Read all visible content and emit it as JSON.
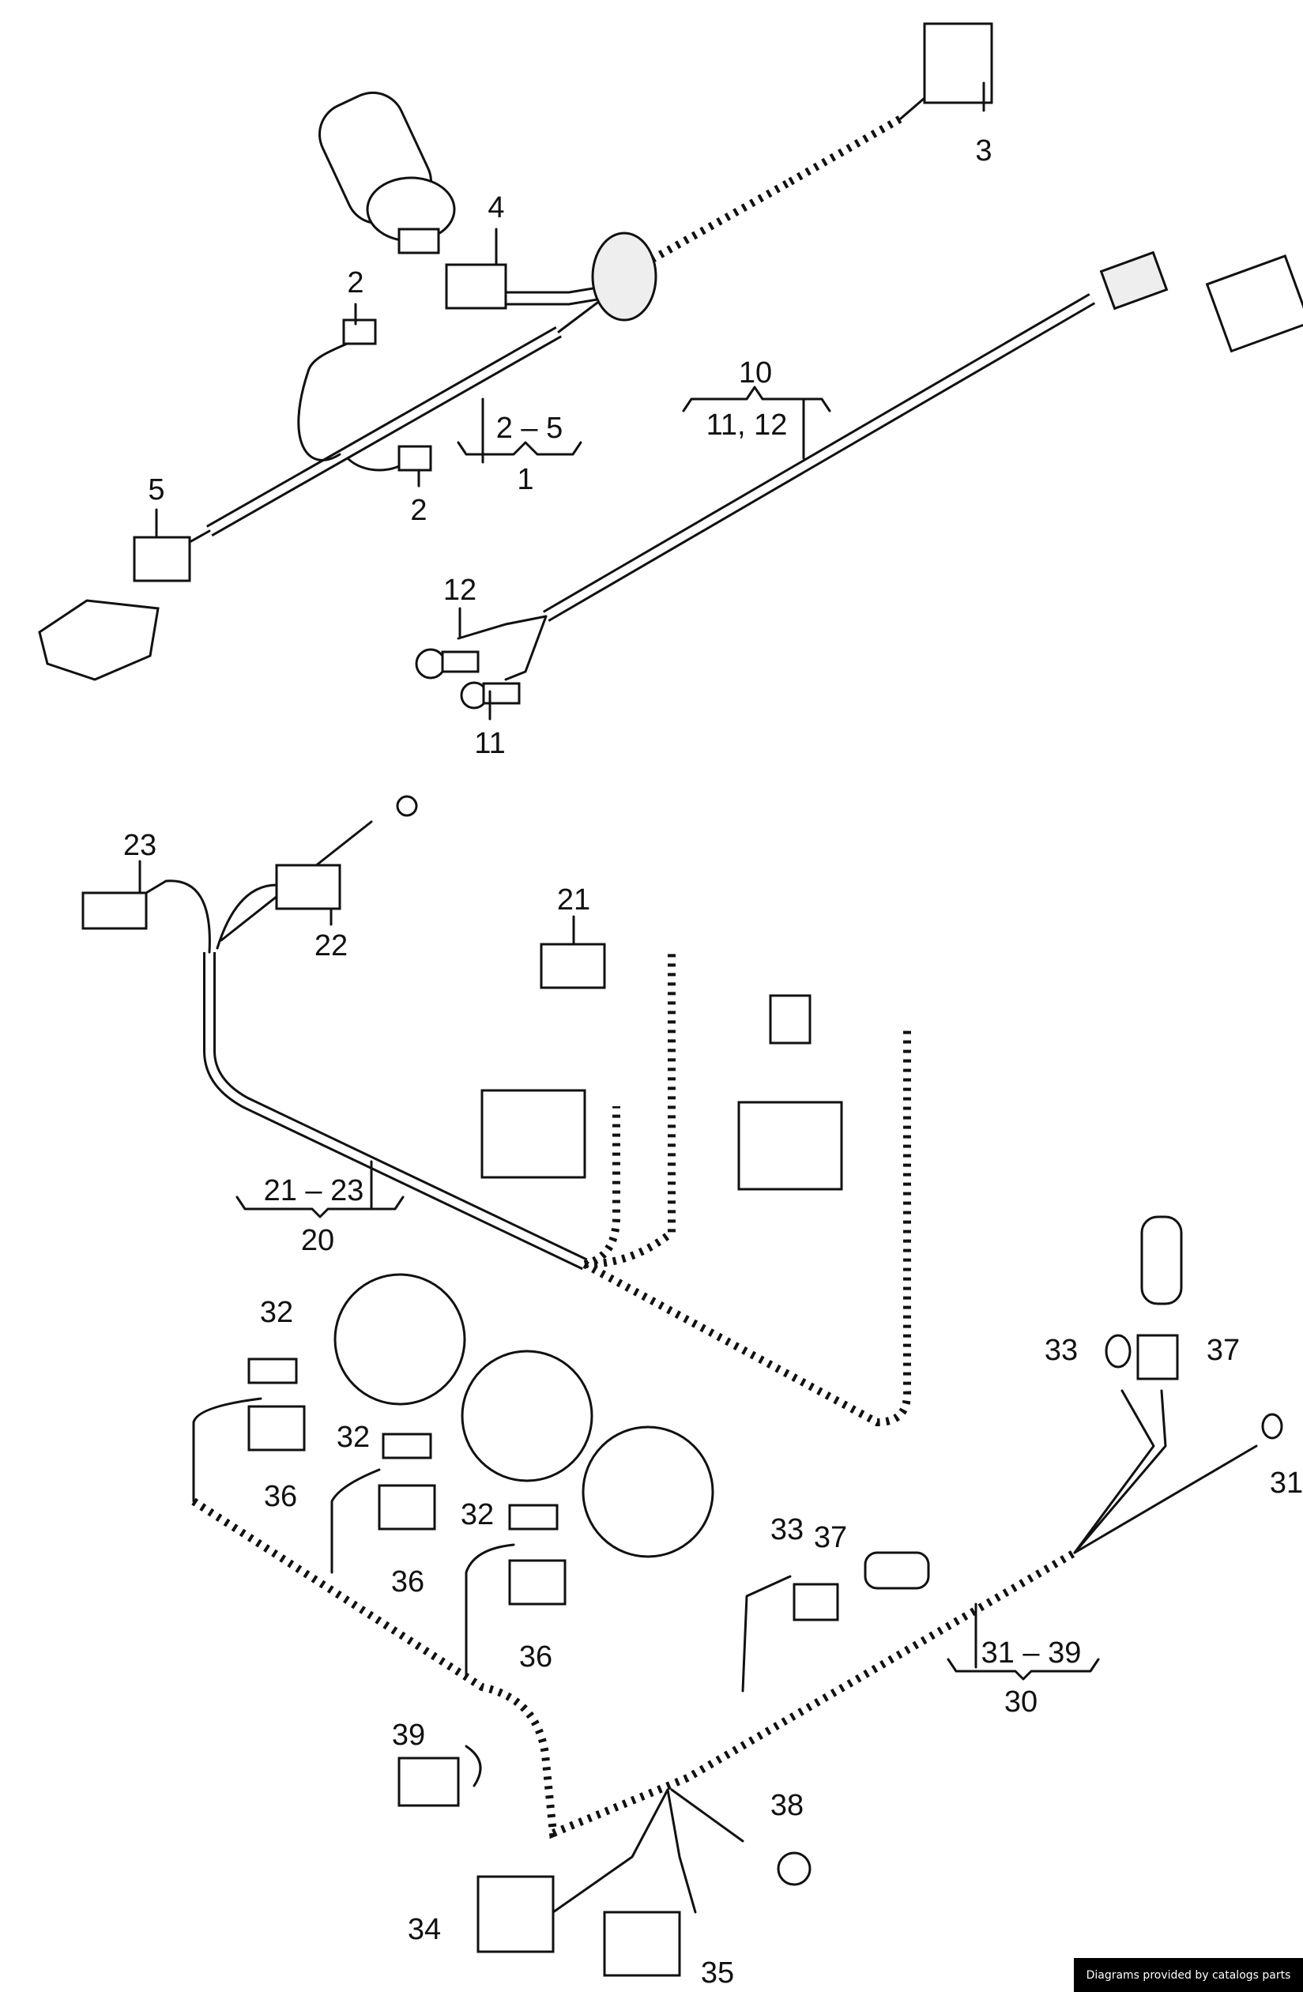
{
  "diagram": {
    "callouts": {
      "c3": "3",
      "c4": "4",
      "c2a": "2",
      "c2_5": "2 – 5",
      "c1": "1",
      "c2b": "2",
      "c5": "5",
      "c10": "10",
      "c11_12": "11,  12",
      "c12": "12",
      "c11": "11",
      "c23": "23",
      "c22": "22",
      "c21": "21",
      "c21_23": "21 – 23",
      "c20": "20",
      "c32a": "32",
      "c36a": "36",
      "c32b": "32",
      "c36b": "36",
      "c32c": "32",
      "c36c": "36",
      "c33a": "33",
      "c37a": "37",
      "c31": "31",
      "c33b": "33",
      "c37b": "37",
      "c31_39": "31 – 39",
      "c30": "30",
      "c39": "39",
      "c38": "38",
      "c34": "34",
      "c35": "35"
    }
  },
  "credit": "Diagrams provided by catalogs parts"
}
